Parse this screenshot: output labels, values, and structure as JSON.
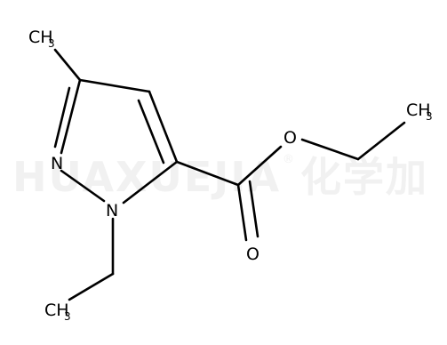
{
  "watermark": {
    "latin": "HUAXUEJIA",
    "registered": "®",
    "cjk": "化学加"
  },
  "atoms": {
    "ch3_top": {
      "main": "CH",
      "sub": "3"
    },
    "ch3_right": {
      "main": "CH",
      "sub": "3"
    },
    "ch3_bottom": {
      "main": "CH",
      "sub": "3"
    },
    "n2": "N",
    "n1": "N",
    "o_ester": "O",
    "o_carbonyl": "O"
  },
  "colors": {
    "bond": "#000000",
    "text": "#000000",
    "watermark": "#f1f1f1",
    "background": "#ffffff"
  }
}
